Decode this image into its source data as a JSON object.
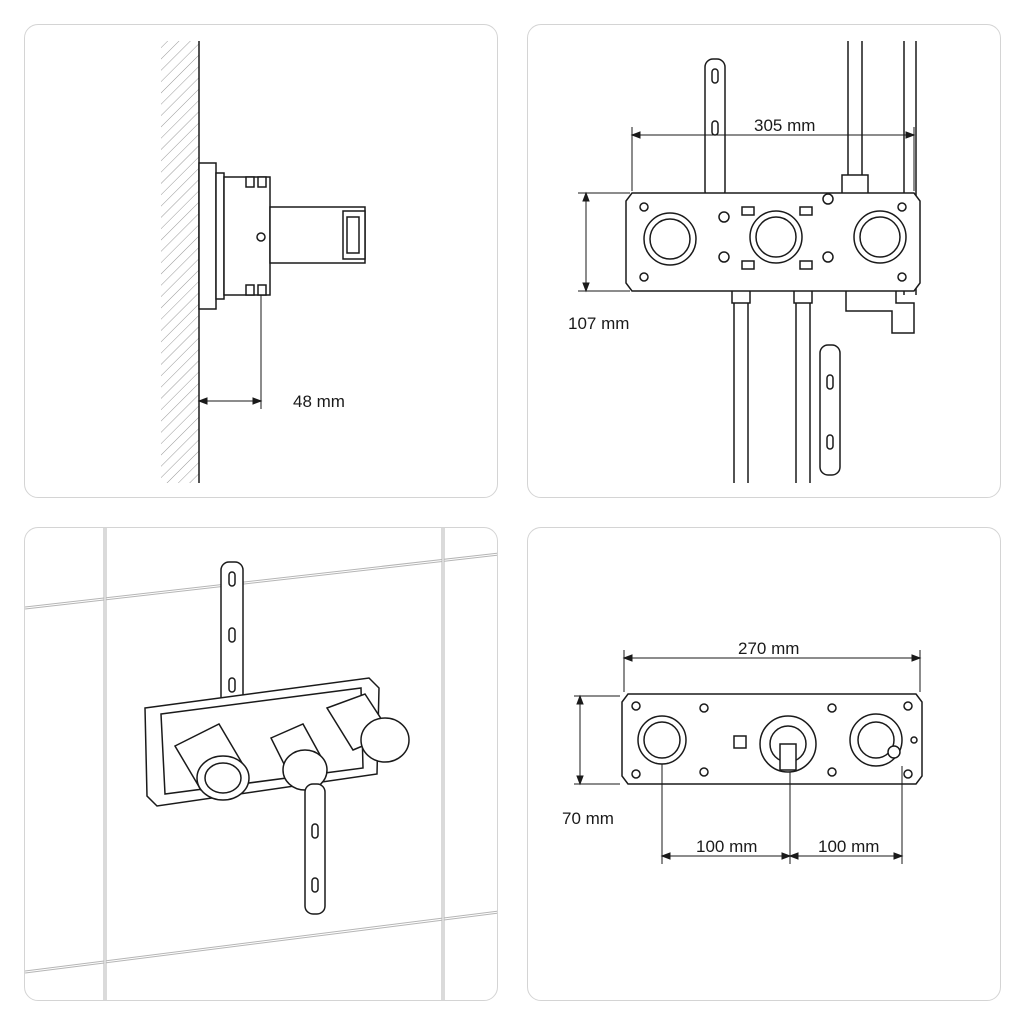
{
  "panels": {
    "side_view": {
      "depth_label": "48 mm"
    },
    "front_install": {
      "width_label": "305 mm",
      "height_label": "107 mm"
    },
    "tile_view": {},
    "front_dimensions": {
      "width_label": "270 mm",
      "height_label": "70 mm",
      "spacing_left_label": "100 mm",
      "spacing_right_label": "100 mm"
    }
  },
  "colors": {
    "line": "#1a1a1a",
    "border": "#d4d4d4",
    "hatch": "#888888"
  }
}
